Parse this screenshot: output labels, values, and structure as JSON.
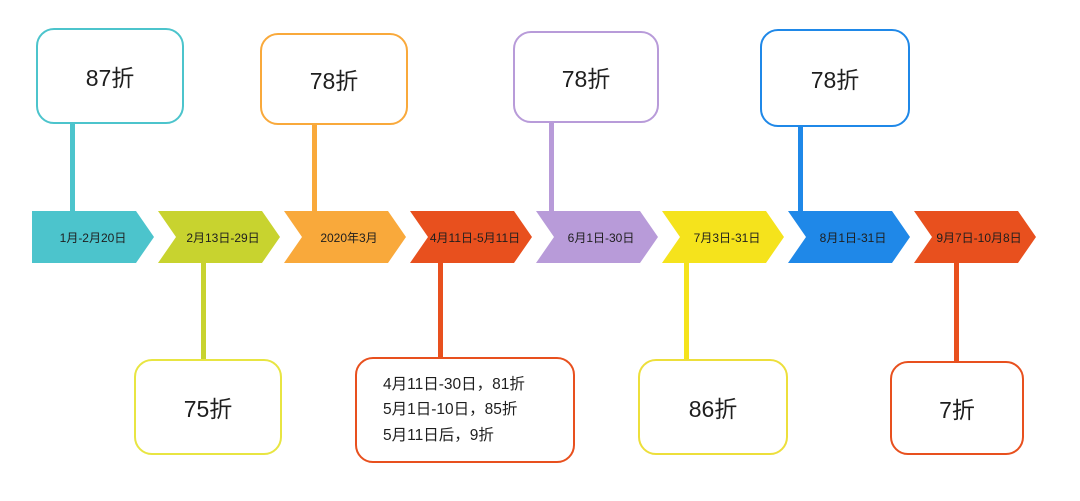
{
  "timeline": {
    "segments": [
      {
        "label": "1月-2月20日",
        "color": "#4CC4CC"
      },
      {
        "label": "2月13日-29日",
        "color": "#C8D32F"
      },
      {
        "label": "2020年3月",
        "color": "#F9A93B"
      },
      {
        "label": "4月11日-5月11日",
        "color": "#E8501E"
      },
      {
        "label": "6月1日-30日",
        "color": "#B89BD9"
      },
      {
        "label": "7月3日-31日",
        "color": "#F5E31C"
      },
      {
        "label": "8月1日-31日",
        "color": "#1F88E8"
      },
      {
        "label": "9月7日-10月8日",
        "color": "#E8501E"
      }
    ]
  },
  "callouts_top": [
    {
      "label": "87折",
      "border_color": "#4CC4CC",
      "connector_color": "#4CC4CC"
    },
    {
      "label": "78折",
      "border_color": "#F9A93B",
      "connector_color": "#F9A93B"
    },
    {
      "label": "78折",
      "border_color": "#B89BD9",
      "connector_color": "#B89BD9"
    },
    {
      "label": "78折",
      "border_color": "#1F88E8",
      "connector_color": "#1F88E8"
    }
  ],
  "callouts_bottom": [
    {
      "label": "75折",
      "border_color": "#E8E542",
      "connector_color": "#C8D32F"
    },
    {
      "lines": [
        "4月11日-30日，81折",
        "5月1日-10日，85折",
        "5月11日后，9折"
      ],
      "border_color": "#E8501E",
      "connector_color": "#E8501E"
    },
    {
      "label": "86折",
      "border_color": "#EDDF3B",
      "connector_color": "#F5E31C"
    },
    {
      "label": "7折",
      "border_color": "#E8501E",
      "connector_color": "#E8501E"
    }
  ]
}
